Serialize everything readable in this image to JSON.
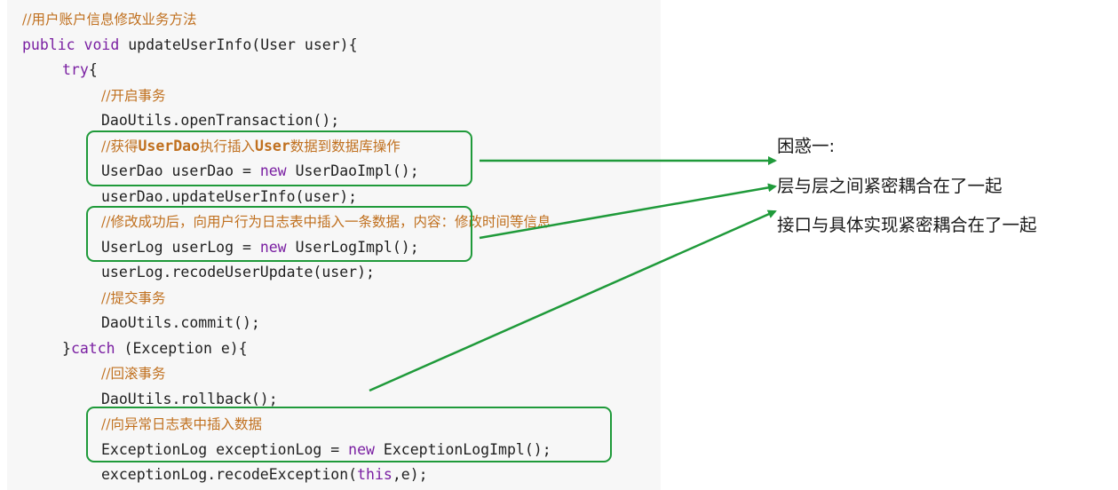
{
  "code": [
    {
      "indent": 0,
      "tokens": [
        {
          "c": "cm",
          "t": "//用户账户信息修改业务方法"
        }
      ]
    },
    {
      "indent": 0,
      "tokens": [
        {
          "c": "kw",
          "t": "public void "
        },
        {
          "c": "pl",
          "t": "updateUserInfo(User user){"
        }
      ]
    },
    {
      "indent": 1,
      "tokens": [
        {
          "c": "kw",
          "t": "try"
        },
        {
          "c": "pl",
          "t": "{"
        }
      ]
    },
    {
      "indent": 2,
      "tokens": [
        {
          "c": "cm",
          "t": "//开启事务"
        }
      ]
    },
    {
      "indent": 2,
      "tokens": [
        {
          "c": "pl",
          "t": "DaoUtils.openTransaction();"
        }
      ]
    },
    {
      "indent": 2,
      "tokens": [
        {
          "c": "cm",
          "t": "//获得"
        },
        {
          "c": "cb",
          "t": "UserDao"
        },
        {
          "c": "cm",
          "t": "执行插入"
        },
        {
          "c": "cb",
          "t": "User"
        },
        {
          "c": "cm",
          "t": "数据到数据库操作"
        }
      ]
    },
    {
      "indent": 2,
      "tokens": [
        {
          "c": "pl",
          "t": "UserDao userDao = "
        },
        {
          "c": "kw",
          "t": "new "
        },
        {
          "c": "pl",
          "t": "UserDaoImpl();"
        }
      ]
    },
    {
      "indent": 2,
      "tokens": [
        {
          "c": "pl",
          "t": "userDao.updateUserInfo(user);"
        }
      ]
    },
    {
      "indent": 2,
      "tokens": [
        {
          "c": "cm",
          "t": "//修改成功后，向用户行为日志表中插入一条数据，内容：修改时间等信息"
        }
      ]
    },
    {
      "indent": 2,
      "tokens": [
        {
          "c": "pl",
          "t": "UserLog userLog = "
        },
        {
          "c": "kw",
          "t": "new "
        },
        {
          "c": "pl",
          "t": "UserLogImpl();"
        }
      ]
    },
    {
      "indent": 2,
      "tokens": [
        {
          "c": "pl",
          "t": "userLog.recodeUserUpdate(user);"
        }
      ]
    },
    {
      "indent": 2,
      "tokens": [
        {
          "c": "cm",
          "t": "//提交事务"
        }
      ]
    },
    {
      "indent": 2,
      "tokens": [
        {
          "c": "pl",
          "t": "DaoUtils.commit();"
        }
      ]
    },
    {
      "indent": 1,
      "tokens": [
        {
          "c": "pl",
          "t": "}"
        },
        {
          "c": "kw",
          "t": "catch "
        },
        {
          "c": "pl",
          "t": "(Exception e){"
        }
      ]
    },
    {
      "indent": 2,
      "tokens": [
        {
          "c": "cm",
          "t": "//回滚事务"
        }
      ]
    },
    {
      "indent": 2,
      "tokens": [
        {
          "c": "pl",
          "t": "DaoUtils.rollback();"
        }
      ]
    },
    {
      "indent": 2,
      "tokens": [
        {
          "c": "cm",
          "t": "//向异常日志表中插入数据"
        }
      ]
    },
    {
      "indent": 2,
      "tokens": [
        {
          "c": "pl",
          "t": "ExceptionLog exceptionLog = "
        },
        {
          "c": "kw",
          "t": "new "
        },
        {
          "c": "pl",
          "t": "ExceptionLogImpl();"
        }
      ]
    },
    {
      "indent": 2,
      "tokens": [
        {
          "c": "pl",
          "t": "exceptionLog.recodeException("
        },
        {
          "c": "kw",
          "t": "this"
        },
        {
          "c": "pl",
          "t": ",e);"
        }
      ]
    }
  ],
  "notes": {
    "title": "困惑一:",
    "point1": "层与层之间紧密耦合在了一起",
    "point2": "接口与具体实现紧密耦合在了一起"
  },
  "colors": {
    "keyword": "#7a1fa2",
    "comment": "#c0701f",
    "highlight": "#1f9a3a",
    "code_background": "#f7f7f7"
  }
}
